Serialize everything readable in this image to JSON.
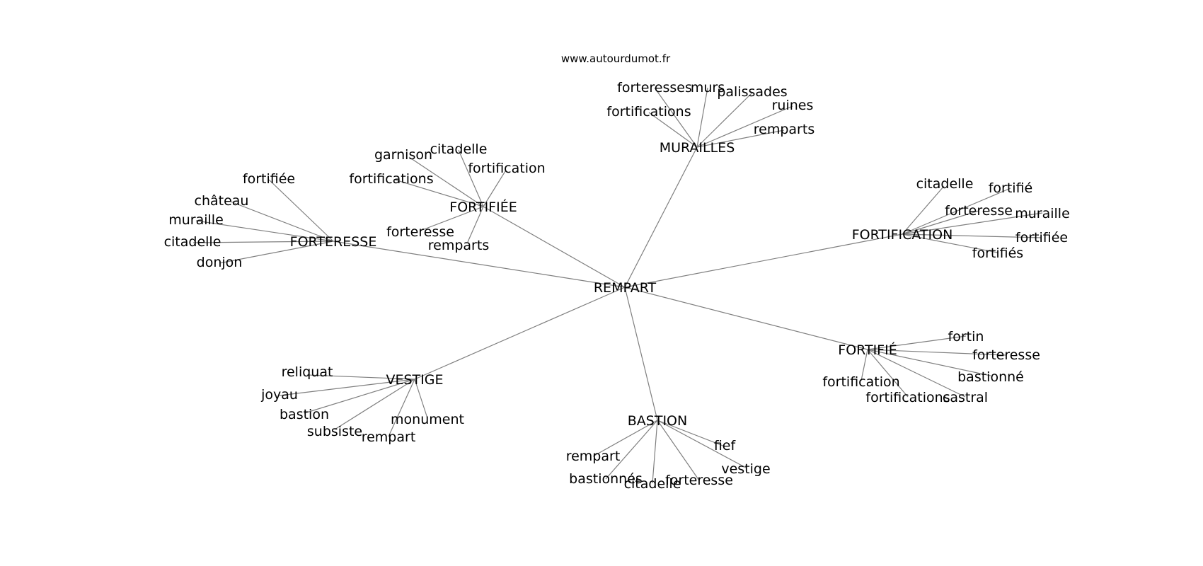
{
  "watermark": "www.autourdumot.fr",
  "graph": {
    "center": "REMPART",
    "clusters": [
      {
        "label": "MURAILLES",
        "words": [
          "forteresses",
          "murs",
          "palissades",
          "ruines",
          "fortifications",
          "remparts"
        ]
      },
      {
        "label": "FORTIFIÉE",
        "words": [
          "garnison",
          "citadelle",
          "fortification",
          "fortifications",
          "forteresse",
          "remparts"
        ]
      },
      {
        "label": "FORTERESSE",
        "words": [
          "fortifiée",
          "château",
          "muraille",
          "citadelle",
          "donjon"
        ]
      },
      {
        "label": "FORTIFICATION",
        "words": [
          "citadelle",
          "fortifié",
          "forteresse",
          "muraille",
          "fortifiée",
          "fortifiés"
        ]
      },
      {
        "label": "FORTIFIÉ",
        "words": [
          "fortin",
          "forteresse",
          "bastionné",
          "fortification",
          "fortifications",
          "castral"
        ]
      },
      {
        "label": "VESTIGE",
        "words": [
          "reliquat",
          "joyau",
          "bastion",
          "subsiste",
          "rempart",
          "monument"
        ]
      },
      {
        "label": "BASTION",
        "words": [
          "rempart",
          "fief",
          "vestige",
          "bastionnés",
          "citadelle",
          "forteresse"
        ]
      }
    ]
  }
}
